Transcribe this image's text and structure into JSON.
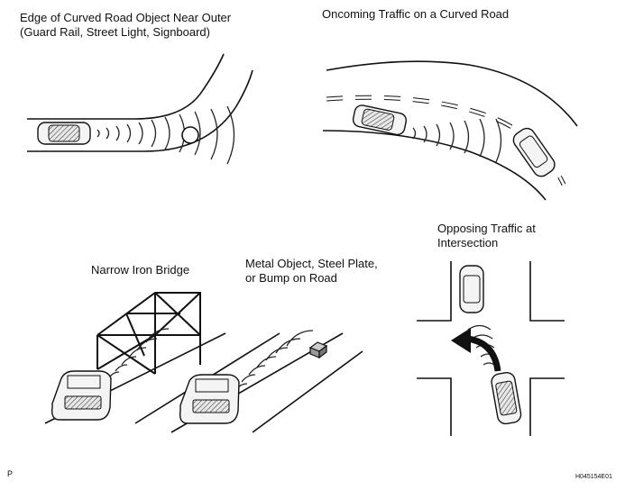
{
  "captions": {
    "curved_edge": "Edge of Curved Road Object Near Outer\n(Guard Rail, Street Light, Signboard)",
    "oncoming": "Oncoming Traffic on a Curved Road",
    "opposing": "Opposing Traffic at\nIntersection",
    "bridge": "Narrow Iron Bridge",
    "metal": "Metal Object, Steel Plate,\nor Bump on Road"
  },
  "footer": {
    "left_mark": "P",
    "figure_id": "H045154E01"
  }
}
